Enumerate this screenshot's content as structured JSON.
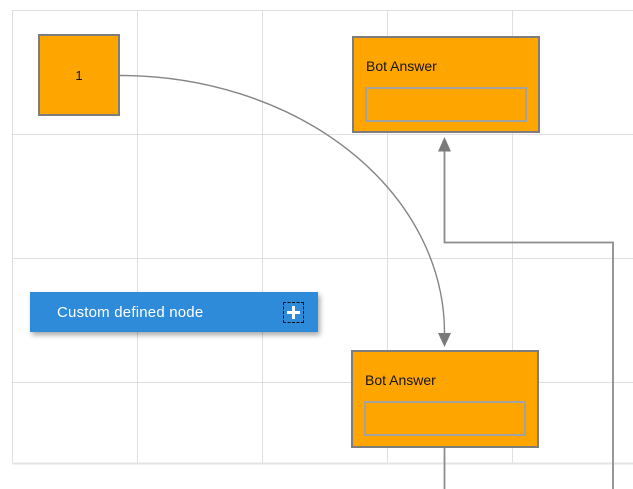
{
  "canvas": {
    "background": "#ffffff",
    "grid_color": "#dfdfdf"
  },
  "diagram": {
    "nodes": [
      {
        "id": "source-square",
        "label": "1",
        "shape": "square",
        "fill": "#FFA500",
        "border": "#7d7d7d"
      },
      {
        "id": "bot-answer-top",
        "label": "Bot Answer",
        "shape": "rectangle",
        "fill": "#FFA500",
        "has_input_box": true
      },
      {
        "id": "bot-answer-bottom",
        "label": "Bot Answer",
        "shape": "rectangle",
        "fill": "#FFA500",
        "has_input_box": true
      }
    ],
    "connectors": [
      {
        "id": "curve-connector",
        "from": "source-square",
        "to": "bot-answer-bottom",
        "style": "arc",
        "arrow": "down",
        "color": "#858585"
      },
      {
        "id": "elbow-connector",
        "to": "bot-answer-top",
        "style": "orthogonal",
        "arrow": "up",
        "color": "#858585"
      },
      {
        "id": "bottom-stub",
        "from": "bot-answer-bottom",
        "style": "straight",
        "color": "#858585"
      }
    ]
  },
  "palette": {
    "custom_node_label": "Custom defined node",
    "button_color": "#2d8bda",
    "add_icon": "plus-icon"
  }
}
